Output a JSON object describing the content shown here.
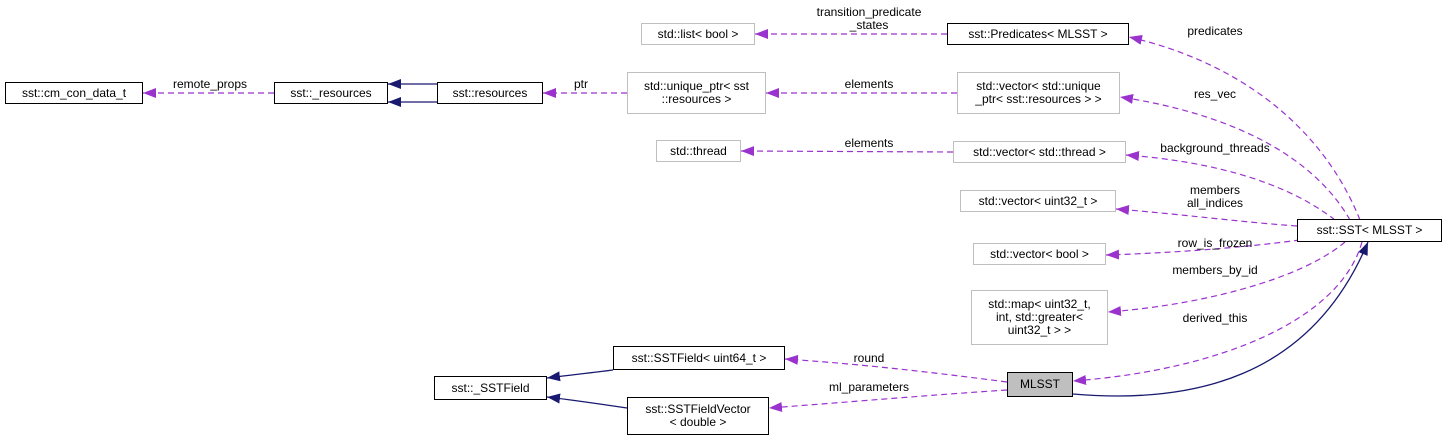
{
  "colors": {
    "member_edge": "#9a32cd",
    "inherit_edge": "#191970",
    "solid_border": "#000000",
    "ghost_border": "#bfbfbf",
    "selected_fill": "#bfbfbf"
  },
  "nodes": {
    "cm_con_data": "sst::cm_con_data_t",
    "underscore_resources": "sst::_resources",
    "resources": "sst::resources",
    "unique_ptr_resources": "std::unique_ptr< sst\n::resources >",
    "list_bool": "std::list< bool >",
    "predicates": "sst::Predicates< MLSST >",
    "vector_unique_ptr": "std::vector< std::unique\n_ptr< sst::resources > >",
    "thread": "std::thread",
    "vector_thread": "std::vector< std::thread >",
    "vector_uint32": "std::vector< uint32_t >",
    "vector_bool": "std::vector< bool >",
    "map_uint32": "std::map< uint32_t,\nint, std::greater<\nuint32_t > >",
    "sst_mlsst": "sst::SST< MLSST >",
    "sstfield_uint64": "sst::SSTField< uint64_t >",
    "sstfield_vector": "sst::SSTFieldVector\n< double >",
    "underscore_sstfield": "sst::_SSTField",
    "mlsst": "MLSST"
  },
  "edge_labels": {
    "remote_props": "remote_props",
    "ptr": "ptr",
    "transition_predicate_states": "transition_predicate\n_states",
    "elements_unique": "elements",
    "elements_thread": "elements",
    "predicates": "predicates",
    "res_vec": "res_vec",
    "background_threads": "background_threads",
    "members_all_indices": "members\nall_indices",
    "row_is_frozen": "row_is_frozen",
    "members_by_id": "members_by_id",
    "derived_this": "derived_this",
    "round": "round",
    "ml_parameters": "ml_parameters"
  }
}
